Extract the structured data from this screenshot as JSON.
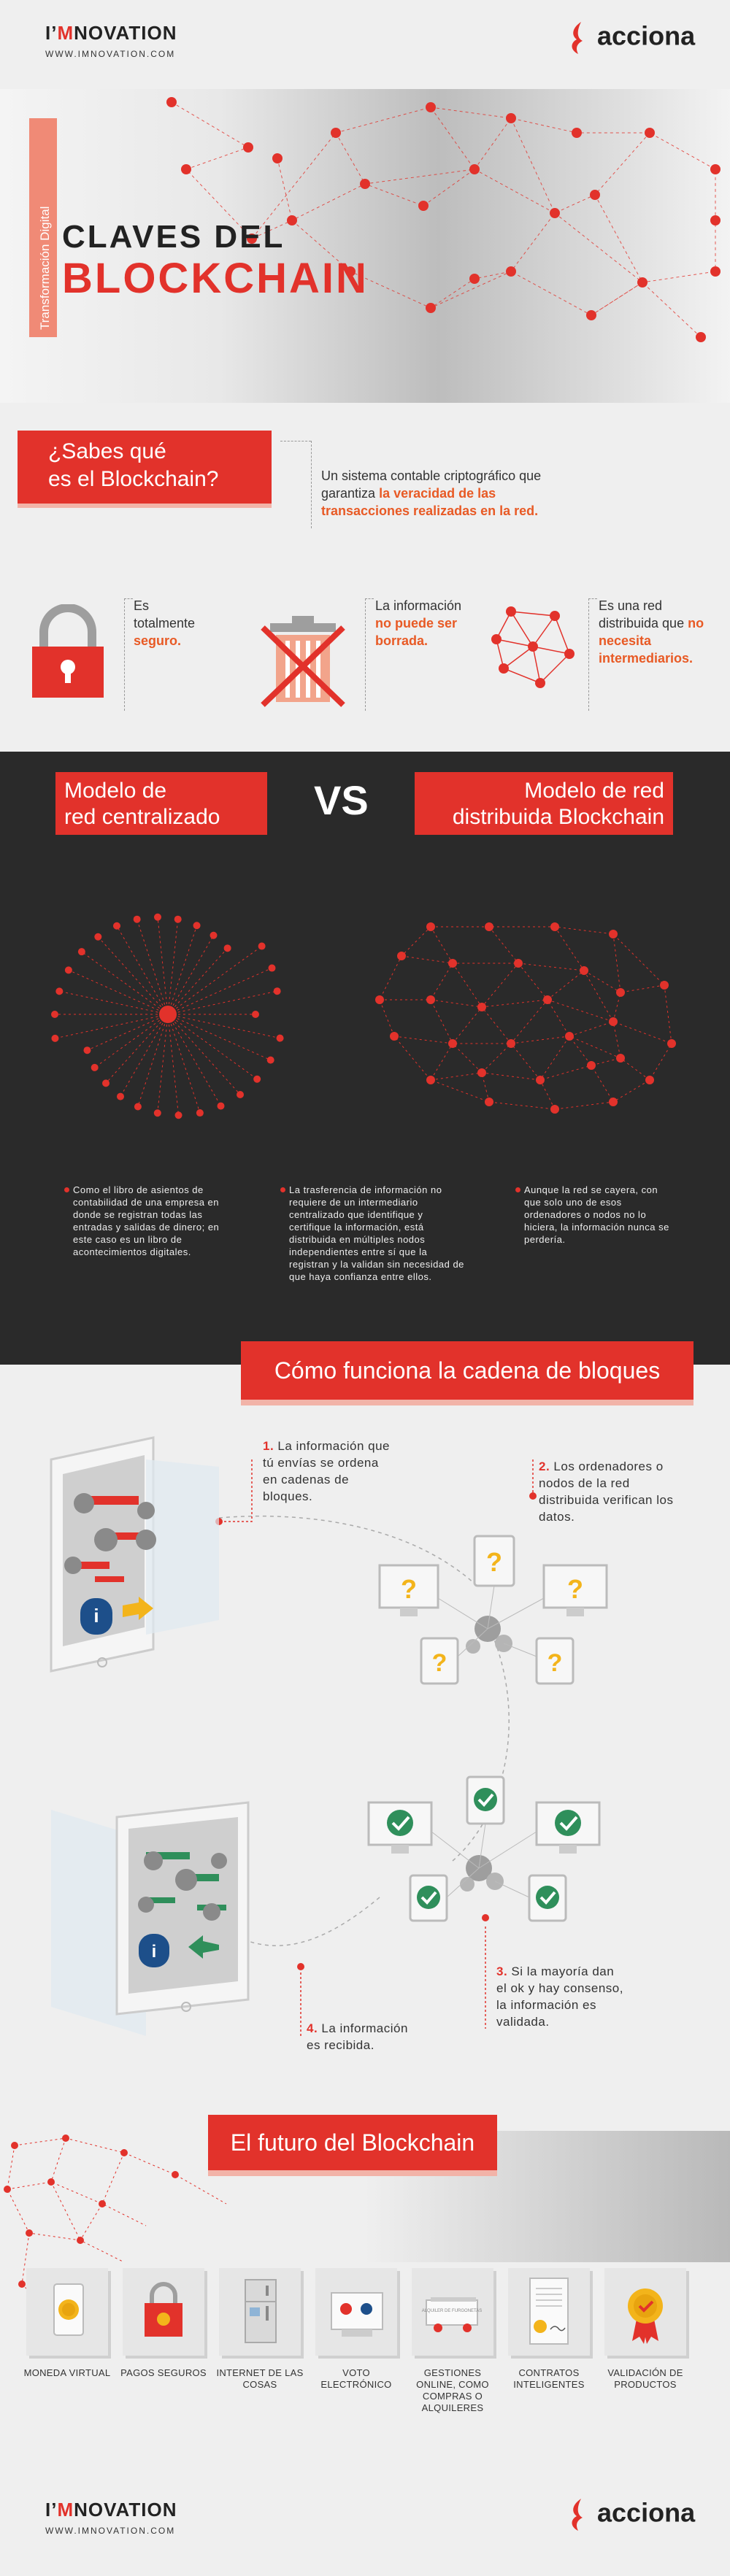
{
  "header": {
    "brand_pre": "I’",
    "brand_m": "M",
    "brand_post": "NOVATION",
    "url": "WWW.IMNOVATION.COM",
    "acciona": "acciona"
  },
  "hero": {
    "side_label": "Transformación Digital",
    "title_line1": "CLAVES DEL",
    "title_line2": "BLOCKCHAIN"
  },
  "what_is": {
    "question_line1": "¿Sabes qué",
    "question_line2": "es el Blockchain?",
    "answer_plain": "Un sistema contable criptográfico que garantiza",
    "answer_highlight": "la veracidad de las transacciones realizadas en la red."
  },
  "features": [
    {
      "plain": "Es totalmente",
      "highlight": "seguro.",
      "icon": "padlock-icon"
    },
    {
      "plain": "La información",
      "highlight": "no puede ser borrada.",
      "icon": "crossed-trash-icon"
    },
    {
      "plain": "Es una red distribuida que",
      "highlight": "no necesita intermediarios.",
      "icon": "network-icon"
    }
  ],
  "comparison": {
    "left_line1": "Modelo de",
    "left_line2": "red centralizado",
    "vs": "VS",
    "right_line1": "Modelo de red",
    "right_line2": "distribuida Blockchain",
    "notes": [
      "Como el libro de asientos de contabilidad de una empresa en donde se registran todas las entradas y salidas de dinero; en este caso es un libro de acontecimientos digitales.",
      "La trasferencia de información no requiere de un intermediario centralizado que identifique y certifique la información, está distribuida en múltiples nodos independientes entre sí que la registran y la validan sin necesidad de que haya confianza entre ellos.",
      "Aunque la red se cayera, con que solo uno de esos ordenadores o nodos no lo hiciera, la información nunca se perdería."
    ]
  },
  "how": {
    "title": "Cómo funciona la cadena de bloques",
    "steps": [
      {
        "num": "1.",
        "text": "La información que tú envías se ordena en cadenas de bloques."
      },
      {
        "num": "2.",
        "text": "Los ordenadores o nodos de la red distribuida verifican los datos."
      },
      {
        "num": "3.",
        "text": "Si la mayoría dan el ok y hay consenso, la información es validada."
      },
      {
        "num": "4.",
        "text": "La información es recibida."
      }
    ]
  },
  "future": {
    "title": "El futuro del Blockchain",
    "items": [
      {
        "label": "MONEDA VIRTUAL",
        "icon": "coin-icon"
      },
      {
        "label": "PAGOS SEGUROS",
        "icon": "lock-card-icon"
      },
      {
        "label": "INTERNET DE LAS COSAS",
        "icon": "fridge-icon"
      },
      {
        "label": "VOTO ELECTRÓNICO",
        "icon": "ballot-icon"
      },
      {
        "label": "GESTIONES ONLINE, COMO COMPRAS O ALQUILERES",
        "icon": "truck-icon"
      },
      {
        "label": "CONTRATOS INTELIGENTES",
        "icon": "contract-icon"
      },
      {
        "label": "VALIDACIÓN DE PRODUCTOS",
        "icon": "medal-icon"
      }
    ],
    "truck_text": "ALQUILER DE FURGONETAS"
  },
  "colors": {
    "accent": "#e2322b",
    "highlight": "#e85a25",
    "dark": "#2a2a2a"
  }
}
